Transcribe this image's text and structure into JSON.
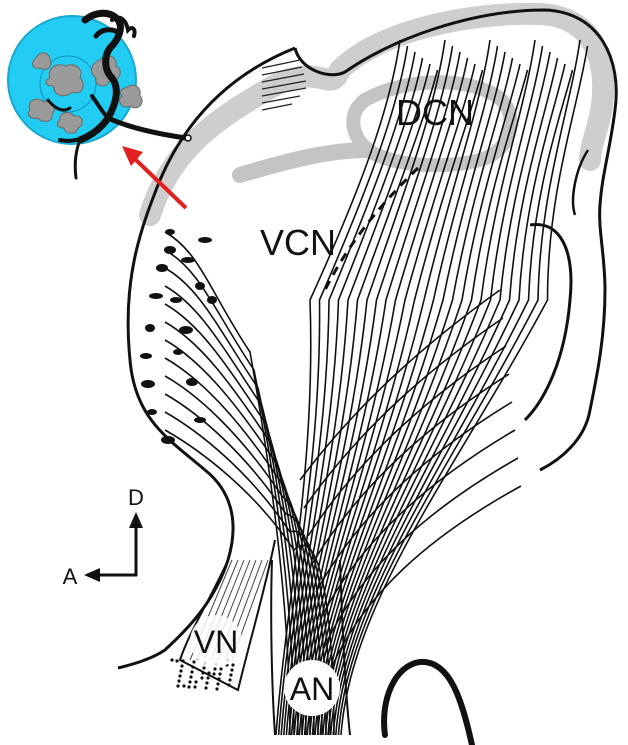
{
  "labels": {
    "dcn": "DCN",
    "vcn": "VCN",
    "vn": "VN",
    "an": "AN"
  },
  "orientation": {
    "dorsal": "D",
    "anterior": "A"
  },
  "colors": {
    "inset_fill": "#22ccf2",
    "inset_edge": "#1aa8d0",
    "pointer_arrow": "#e32020",
    "fibers": "#111111",
    "shading": "#bdbdbd"
  }
}
